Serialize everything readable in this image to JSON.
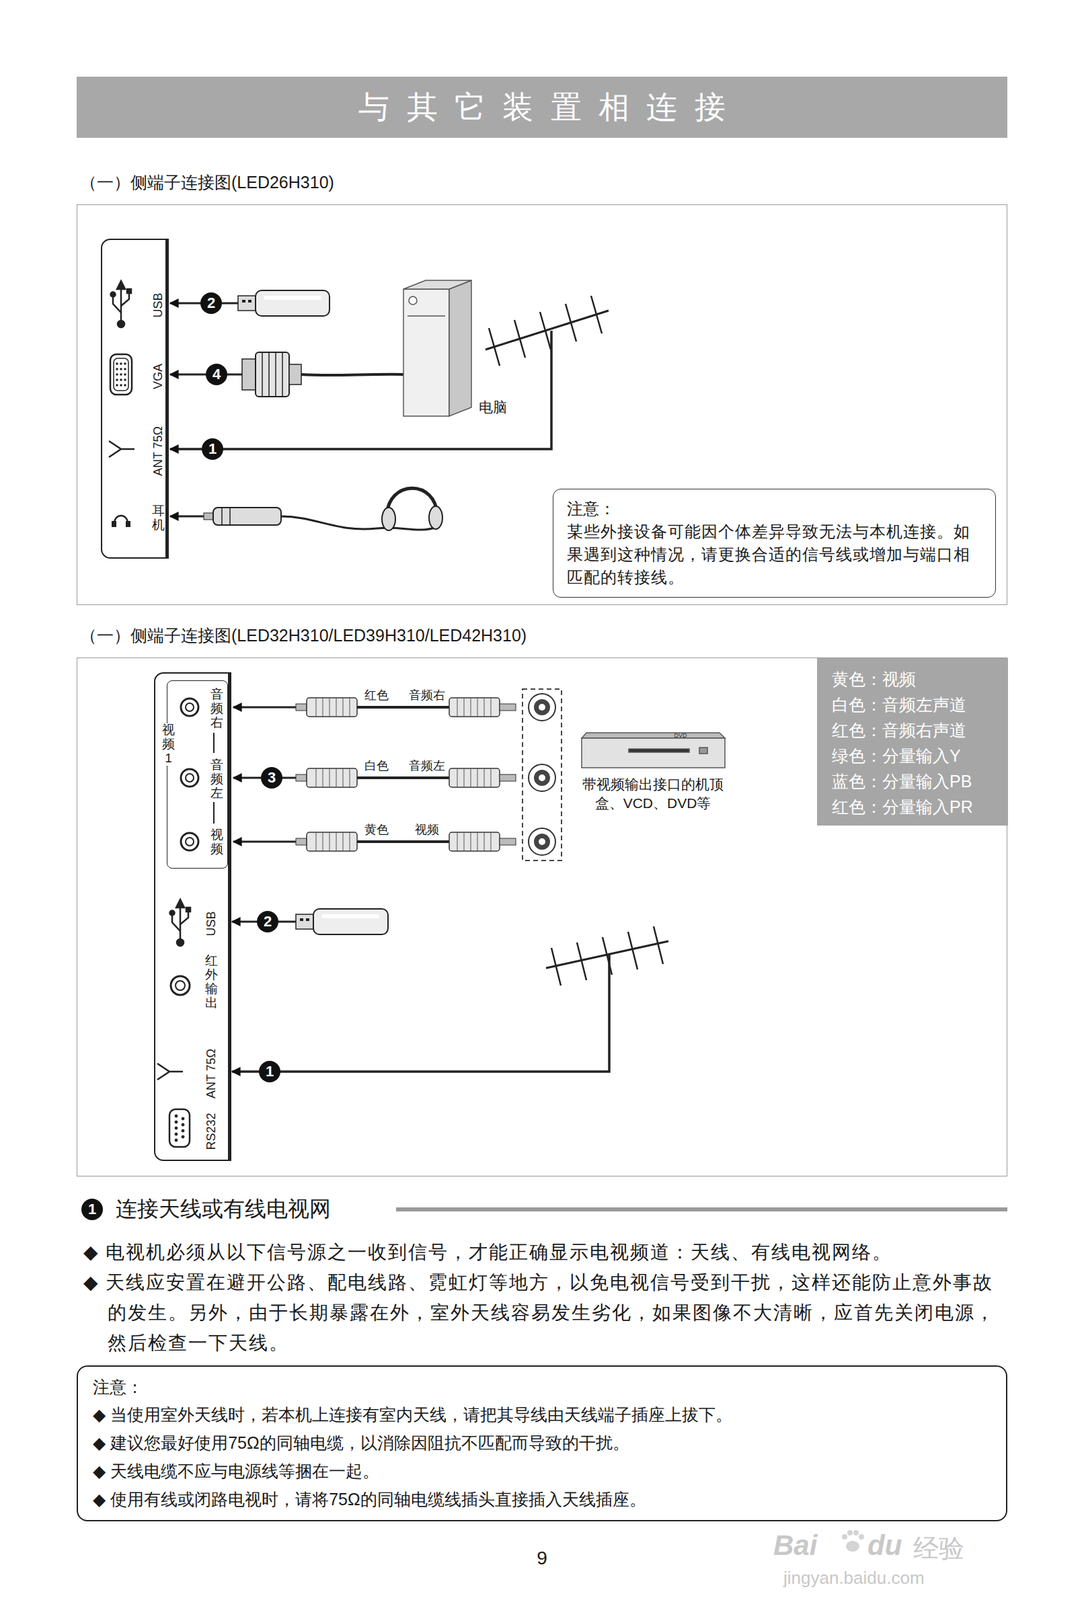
{
  "diagram": {
    "title": "与其它装置相连接",
    "nodes": [
      {
        "text": [
          "（一）侧端子连接图(LED26H310)"
        ]
      },
      {
        "text": [
          "USB",
          "VGA",
          "ANT 75Ω",
          "耳机"
        ],
        "in": 0
      },
      {
        "text": [
          "注意：",
          "某些外接设备可能因个体差异导致无法与本机连接。如果遇到这种情况，请更换合适的信号线或增加与端口相匹配的转接线。"
        ],
        "in": 0
      },
      {
        "text": [
          "（一）侧端子连接图(LED32H310/LED39H310/LED42H310)"
        ]
      },
      {
        "text": [
          "USB",
          "红外输出",
          "ANT 75Ω",
          "RS232"
        ],
        "in": 3
      },
      {
        "text": [
          "视频1",
          "音频右",
          "音频左",
          "视频"
        ],
        "in": 4
      },
      {
        "text": [
          "黄色：视频",
          "白色：音频左声道",
          "红色：音频右声道",
          "绿色：分量输入Y",
          "蓝色：分量输入PB",
          "红色：分量输入PR"
        ],
        "in": 3
      },
      {
        "text": [
          "注意：",
          "◆ 当使用室外天线时，若本机上连接有室内天线，请把其导线由天线端子插座上拔下。",
          "◆ 建议您最好使用75Ω的同轴电缆，以消除因阻抗不匹配而导致的干扰。",
          "◆ 天线电缆不应与电源线等捆在一起。",
          "◆ 使用有线或闭路电视时，请将75Ω的同轴电缆线插头直接插入天线插座。"
        ]
      }
    ],
    "labels": [
      "2",
      "4",
      "1",
      "电脑",
      "红色",
      "音频右",
      "白色",
      "音频左",
      "黄色",
      "视频",
      "3",
      "DVD",
      "带视频输出接口的机顶盒、VCD、DVD等",
      "2",
      "1",
      "1",
      "连接天线或有线电视网",
      "◆ 电视机必须从以下信号源之一收到信号，才能正确显示电视频道：天线、有线电视网络。",
      "◆ 天线应安置在避开公路、配电线路、霓虹灯等地方，以免电视信号受到干扰，这样还能防止意外事故的发生。另外，由于长期暴露在外，室外天线容易发生劣化，如果图像不大清晰，应首先关闭电源，然后检查一下天线。",
      "9",
      "Bai",
      "du",
      "经验",
      "jingyan.baidu.com"
    ]
  }
}
